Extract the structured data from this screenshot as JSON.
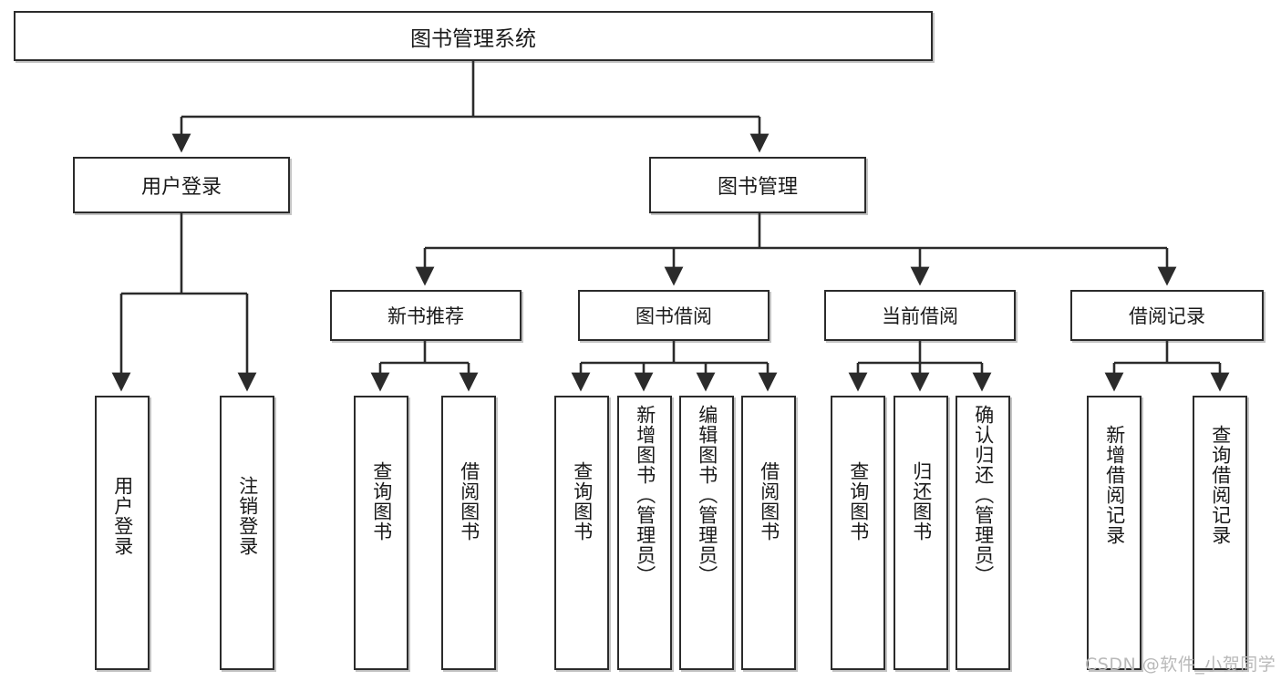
{
  "diagram": {
    "title": "图书管理系统",
    "type": "tree",
    "watermark": "CSDN @软件_小贺同学",
    "colors": {
      "box_border": "#2b2b2b",
      "box_fill": "#ffffff",
      "edge": "#2b2b2b",
      "text": "#1a1a1a",
      "watermark": "#b9b9b9"
    }
  },
  "root": {
    "label": "图书管理系统"
  },
  "level1": [
    {
      "label": "用户登录"
    },
    {
      "label": "图书管理"
    }
  ],
  "level2": [
    {
      "label": "新书推荐"
    },
    {
      "label": "图书借阅"
    },
    {
      "label": "当前借阅"
    },
    {
      "label": "借阅记录"
    }
  ],
  "leaves": {
    "user_login": [
      {
        "label": "用户登录"
      },
      {
        "label": "注销登录"
      }
    ],
    "new_book_recommend": [
      {
        "label": "查询图书"
      },
      {
        "label": "借阅图书"
      }
    ],
    "book_borrow": [
      {
        "label": "查询图书"
      },
      {
        "label": "新增图书（管理员）"
      },
      {
        "label": "编辑图书（管理员）"
      },
      {
        "label": "借阅图书"
      }
    ],
    "current_borrow": [
      {
        "label": "查询图书"
      },
      {
        "label": "归还图书"
      },
      {
        "label": "确认归还（管理员）"
      }
    ],
    "borrow_record": [
      {
        "label": "新增借阅记录"
      },
      {
        "label": "查询借阅记录"
      }
    ]
  }
}
